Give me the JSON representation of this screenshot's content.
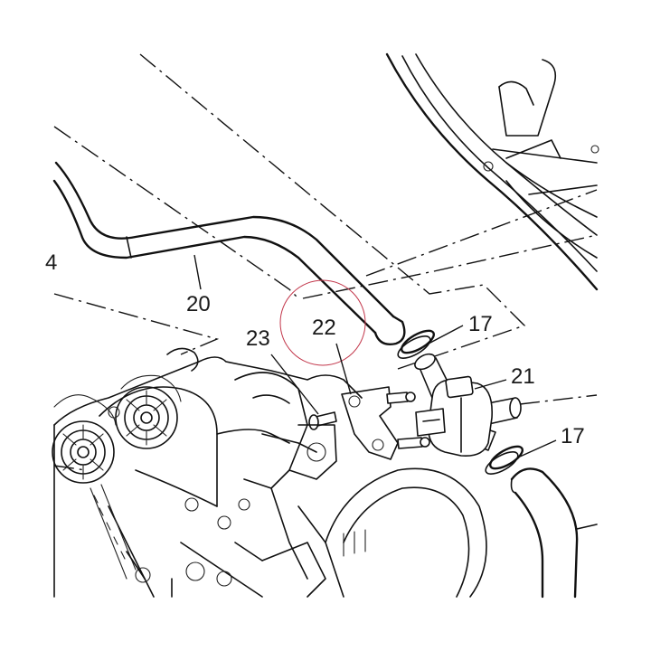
{
  "diagram": {
    "callouts": {
      "c4": "4",
      "c20": "20",
      "c21": "21",
      "c22": "22",
      "c23": "23",
      "c17_top": "17",
      "c17_bottom": "17"
    },
    "colors": {
      "line": "#111111",
      "highlight": "#c2364a",
      "background": "#ffffff"
    }
  }
}
